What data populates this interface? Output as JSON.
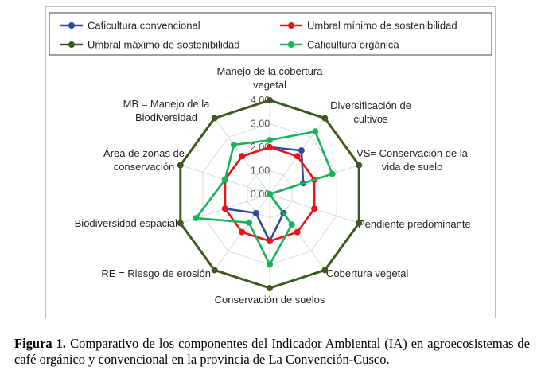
{
  "chart_data": {
    "type": "radar",
    "axes": [
      "Manejo de la cobertura vegetal",
      "Diversificación de cultivos",
      "VS= Conservación de la vida de suelo",
      "Pendiente predominante",
      "Cobertura vegetal",
      "Conservación de suelos",
      "RE = Riesgo de erosión",
      "Biodiversidad espacial",
      "Área de zonas de conservación",
      "MB = Manejo de la Biodiversidad"
    ],
    "axis_label_lines": [
      [
        "Manejo de la cobertura",
        "vegetal"
      ],
      [
        "Diversificación de",
        "cultivos"
      ],
      [
        "VS= Conservación de la",
        "vida de suelo"
      ],
      [
        "Pendiente predominante"
      ],
      [
        "Cobertura vegetal"
      ],
      [
        "Conservación de suelos"
      ],
      [
        "RE = Riesgo de erosión"
      ],
      [
        "Biodiversidad espacial"
      ],
      [
        "Área de zonas de",
        "conservación"
      ],
      [
        "MB = Manejo de la",
        "Biodiversidad"
      ]
    ],
    "range": [
      0,
      4
    ],
    "ticks": [
      "0.00",
      "1.00",
      "2.00",
      "3.00",
      "4.00"
    ],
    "series": [
      {
        "name": "Caficultura convencional",
        "color": "#2f4b9a",
        "values": [
          2.0,
          2.3,
          1.5,
          0.0,
          1.0,
          2.0,
          1.0,
          2.0,
          2.0,
          2.0
        ]
      },
      {
        "name": "Umbral mínimo de sostenibilidad",
        "color": "#e8141c",
        "values": [
          2.0,
          2.0,
          2.0,
          2.0,
          2.0,
          2.0,
          2.0,
          2.0,
          2.0,
          2.0
        ]
      },
      {
        "name": "Umbral máximo de sostenibilidad",
        "color": "#3c5a1e",
        "values": [
          4.0,
          4.0,
          4.0,
          4.0,
          4.0,
          4.0,
          4.0,
          4.0,
          4.0,
          4.0
        ]
      },
      {
        "name": "Caficultura orgánica",
        "color": "#19b35a",
        "values": [
          2.3,
          3.3,
          2.8,
          0.0,
          1.6,
          3.0,
          1.5,
          3.3,
          2.0,
          2.6
        ]
      }
    ],
    "legend_position": "top",
    "grid": true
  },
  "caption": {
    "label": "Figura 1.",
    "text": " Comparativo de los componentes del Indicador Ambiental (IA) en agroecosistemas de café orgánico y convencional en la provincia de La Convención-Cusco."
  }
}
